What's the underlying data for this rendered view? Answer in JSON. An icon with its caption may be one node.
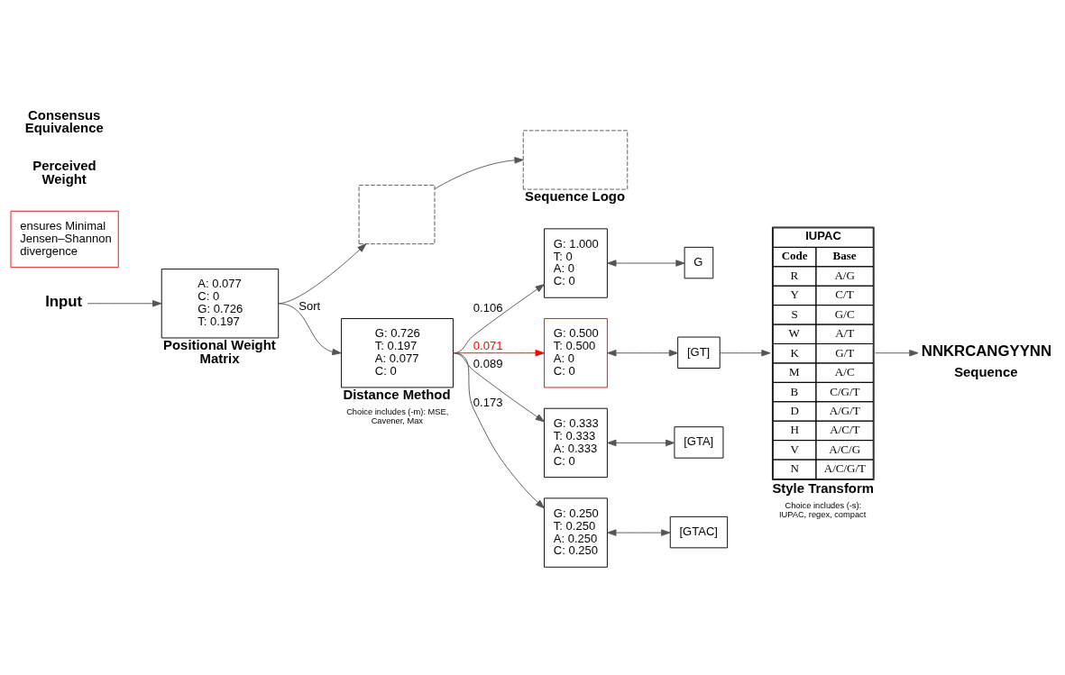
{
  "diagram": {
    "nodes": [
      {
        "text": [
          "Input"
        ]
      },
      {
        "text": [
          "A: 0.077 C: 0 G: 0.726 T: 0.197"
        ],
        "beside": [
          "Positional Weight Matrix"
        ]
      },
      {
        "text": [],
        "shape": "box"
      },
      {
        "text": [],
        "shape": "box",
        "beside": [
          "Sequence Logo"
        ]
      },
      {
        "text": [
          "G: 0.726 T: 0.197 A: 0.077 C: 0"
        ],
        "beside": [
          "Distance Method",
          "Choice includes (-m): MSE, Cavener, Max"
        ]
      },
      {
        "text": [
          "ensures Minimal Jensen–Shannon divergence"
        ]
      },
      {
        "text": [
          "G: 1.000 T: 0 A: 0 C: 0"
        ]
      },
      {
        "text": [
          "G: 0.500 T: 0.500 A: 0 C: 0"
        ]
      },
      {
        "text": [
          "G: 0.333 T: 0.333 A: 0.333 C: 0"
        ]
      },
      {
        "text": [
          "G: 0.250 T: 0.250 A: 0.250 C: 0.250"
        ]
      },
      {
        "text": [
          "G"
        ]
      },
      {
        "text": [
          "[GT]"
        ]
      },
      {
        "text": [
          "[GTA]"
        ]
      },
      {
        "text": [
          "[GTAC]"
        ]
      },
      {
        "text": [
          "IUPAC",
          "Code",
          "Base",
          "R",
          "A/G",
          "Y",
          "C/T",
          "S",
          "G/C",
          "W",
          "A/T",
          "K",
          "G/T",
          "M",
          "A/C",
          "B",
          "C/G/T",
          "D",
          "A/G/T",
          "H",
          "A/C/T",
          "V",
          "A/C/G",
          "N",
          "A/C/G/T"
        ],
        "beside": [
          "Style Transform",
          "Choice includes (-s): IUPAC, regex, compact"
        ]
      },
      {
        "text": [
          "NNKRCANGYYNN"
        ],
        "beside": [
          "Sequence"
        ]
      }
    ],
    "edges": [
      {
        "from": 0,
        "to": 1,
        "arrow": "to"
      },
      {
        "from": 1,
        "to": 4,
        "arrow": "to",
        "label": "Sort"
      },
      {
        "from": 1,
        "to": 2,
        "arrow": "to"
      },
      {
        "from": 2,
        "to": 3,
        "arrow": "to"
      },
      {
        "from": 4,
        "to": 6,
        "arrow": "to",
        "label": "0.106"
      },
      {
        "from": 4,
        "to": 7,
        "arrow": "to",
        "label": "0.071",
        "color": "#ff0000"
      },
      {
        "from": 4,
        "to": 8,
        "arrow": "to",
        "label": "0.089"
      },
      {
        "from": 4,
        "to": 9,
        "arrow": "to",
        "label": "0.173"
      },
      {
        "from": 6,
        "to": 10,
        "arrow": "both"
      },
      {
        "from": 7,
        "to": 11,
        "arrow": "both"
      },
      {
        "from": 8,
        "to": 12,
        "arrow": "both"
      },
      {
        "from": 9,
        "to": 13,
        "arrow": "both"
      },
      {
        "from": 11,
        "to": 14,
        "arrow": "to"
      },
      {
        "from": 14,
        "to": 15,
        "arrow": "to"
      }
    ],
    "labels": [
      "Perceived Weight",
      "Consensus Equivalence"
    ]
  }
}
